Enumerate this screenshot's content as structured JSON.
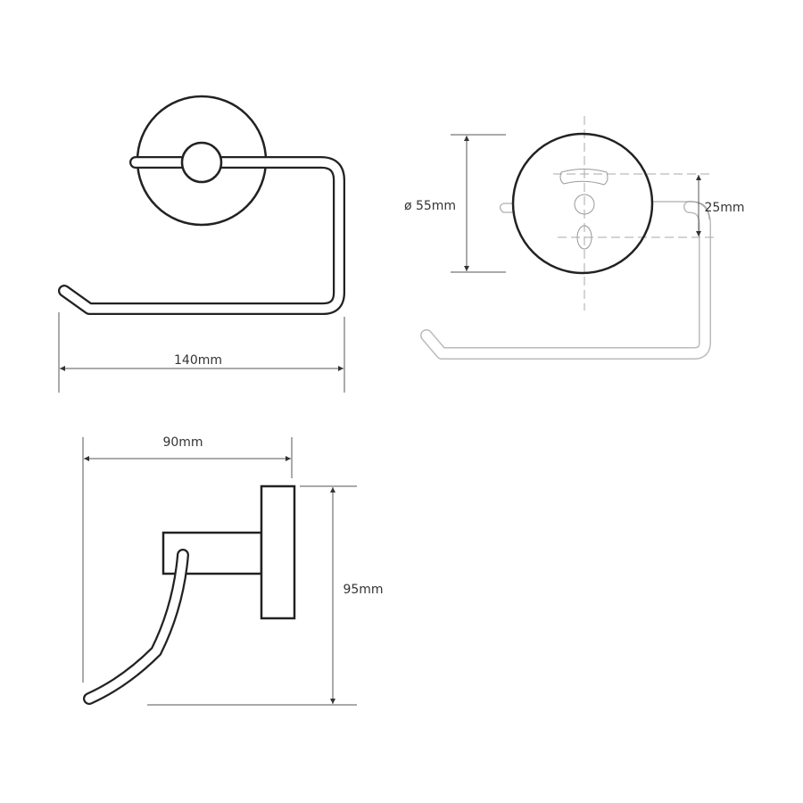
{
  "dimensions": {
    "width": "140mm",
    "diameter": "ø 55mm",
    "hole_spacing": "25mm",
    "depth": "90mm",
    "height": "95mm"
  },
  "colors": {
    "line": "#222222",
    "ghost": "#bbbbbb",
    "dim": "#555555"
  }
}
